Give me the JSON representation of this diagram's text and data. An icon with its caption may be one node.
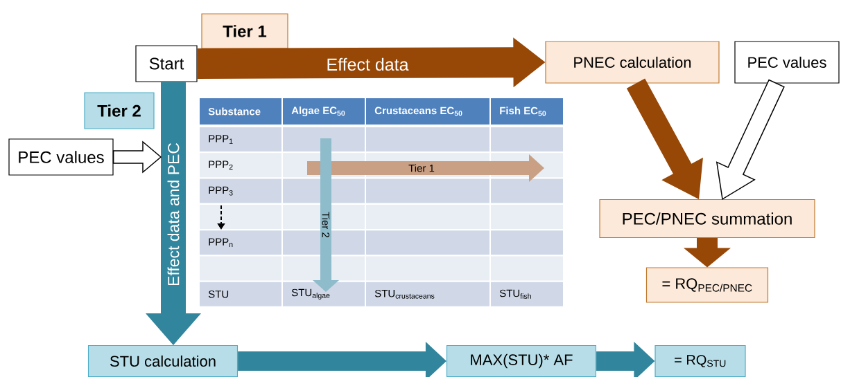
{
  "diagram": {
    "nodes": [
      {
        "text": [
          "Tier 1"
        ]
      },
      {
        "text": [
          "Start"
        ]
      },
      {
        "text": [
          "PNEC calculation"
        ]
      },
      {
        "text": [
          "PEC values"
        ]
      },
      {
        "text": [
          "Tier 2"
        ]
      },
      {
        "text": [
          "PEC values"
        ]
      },
      {
        "text": [
          "PEC/PNEC summation"
        ]
      },
      {
        "text": [
          "= RQ$_{PEC/PNEC}$"
        ]
      },
      {
        "text": [
          "STU calculation"
        ]
      },
      {
        "text": [
          "MAX(STU)* AF"
        ]
      },
      {
        "text": [
          "= RQ$_{STU}$"
        ]
      }
    ],
    "edges": [
      {
        "from": 1,
        "to": 2,
        "arrow": "to",
        "label": "Effect data",
        "color": "#974706"
      },
      {
        "from": 1,
        "to": 8,
        "arrow": "to",
        "label": "Effect data and PEC",
        "color": "#31859c"
      },
      {
        "from": 5,
        "to": null,
        "arrow": "to",
        "color": "#ffffff"
      },
      {
        "from": 2,
        "to": 6,
        "arrow": "to",
        "color": "#974706"
      },
      {
        "from": 3,
        "to": 6,
        "arrow": "to",
        "color": "#ffffff"
      },
      {
        "from": 6,
        "to": 7,
        "arrow": "to",
        "color": "#974706"
      },
      {
        "from": 8,
        "to": 9,
        "arrow": "to",
        "color": "#31859c"
      },
      {
        "from": 9,
        "to": 10,
        "arrow": "to",
        "color": "#31859c"
      }
    ],
    "labels": [
      "Substance",
      "Algae EC$_{50}$",
      "Crustaceans EC$_{50}$",
      "Fish EC$_{50}$",
      "PPP$_{1}$",
      "PPP$_{2}$",
      "PPP$_{3}$",
      "PPP$_{n}$",
      "STU",
      "\\text{STU}_{\\text{algae}}",
      "\\text{STU}_{\\text{crustaceans}}",
      "\\text{STU}_{\\text{fish}}",
      "Tier 1",
      "Tier 2"
    ]
  }
}
